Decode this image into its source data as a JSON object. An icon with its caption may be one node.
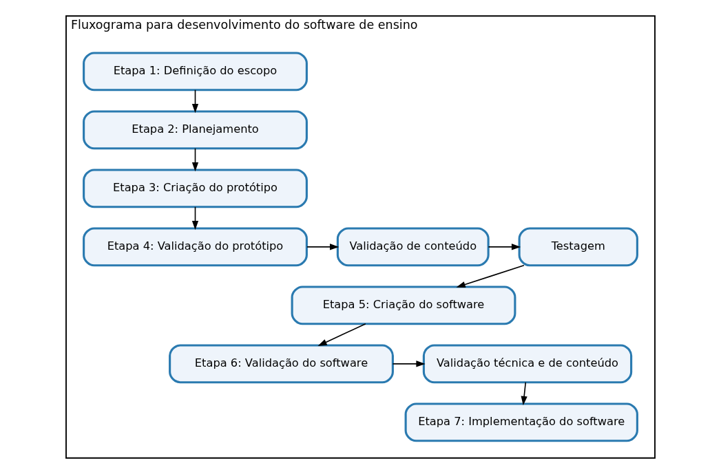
{
  "diagram": {
    "nodes": [
      {
        "text": [
          "Fluxograma para desenvolvimento do software de ensino"
        ]
      },
      {
        "text": [
          "Etapa 1: Definição do escopo"
        ],
        "in": 0
      },
      {
        "text": [
          "Etapa 2: Planejamento"
        ],
        "in": 0
      },
      {
        "text": [
          "Etapa 3: Criação do protótipo"
        ],
        "in": 0
      },
      {
        "text": [
          "Etapa 4: Validação do protótipo"
        ],
        "in": 0
      },
      {
        "text": [
          "Validação de conteúdo"
        ],
        "in": 0
      },
      {
        "text": [
          "Testagem"
        ],
        "in": 0
      },
      {
        "text": [
          "Etapa 5: Criação do software"
        ],
        "in": 0
      },
      {
        "text": [
          "Etapa 6: Validação do software"
        ],
        "in": 0
      },
      {
        "text": [
          "Validação técnica e de conteúdo"
        ],
        "in": 0
      },
      {
        "text": [
          "Etapa 7: Implementação do software"
        ],
        "in": 0
      }
    ],
    "edges": [
      {
        "from": 1,
        "to": 2,
        "arrow": "to"
      },
      {
        "from": 2,
        "to": 3,
        "arrow": "to"
      },
      {
        "from": 3,
        "to": 4,
        "arrow": "to"
      },
      {
        "from": 4,
        "to": 5,
        "arrow": "to"
      },
      {
        "from": 5,
        "to": 6,
        "arrow": "to"
      },
      {
        "from": 6,
        "to": 7,
        "arrow": "to"
      },
      {
        "from": 7,
        "to": 8,
        "arrow": "to"
      },
      {
        "from": 8,
        "to": 9,
        "arrow": "to"
      },
      {
        "from": 9,
        "to": 10,
        "arrow": "to"
      }
    ]
  }
}
